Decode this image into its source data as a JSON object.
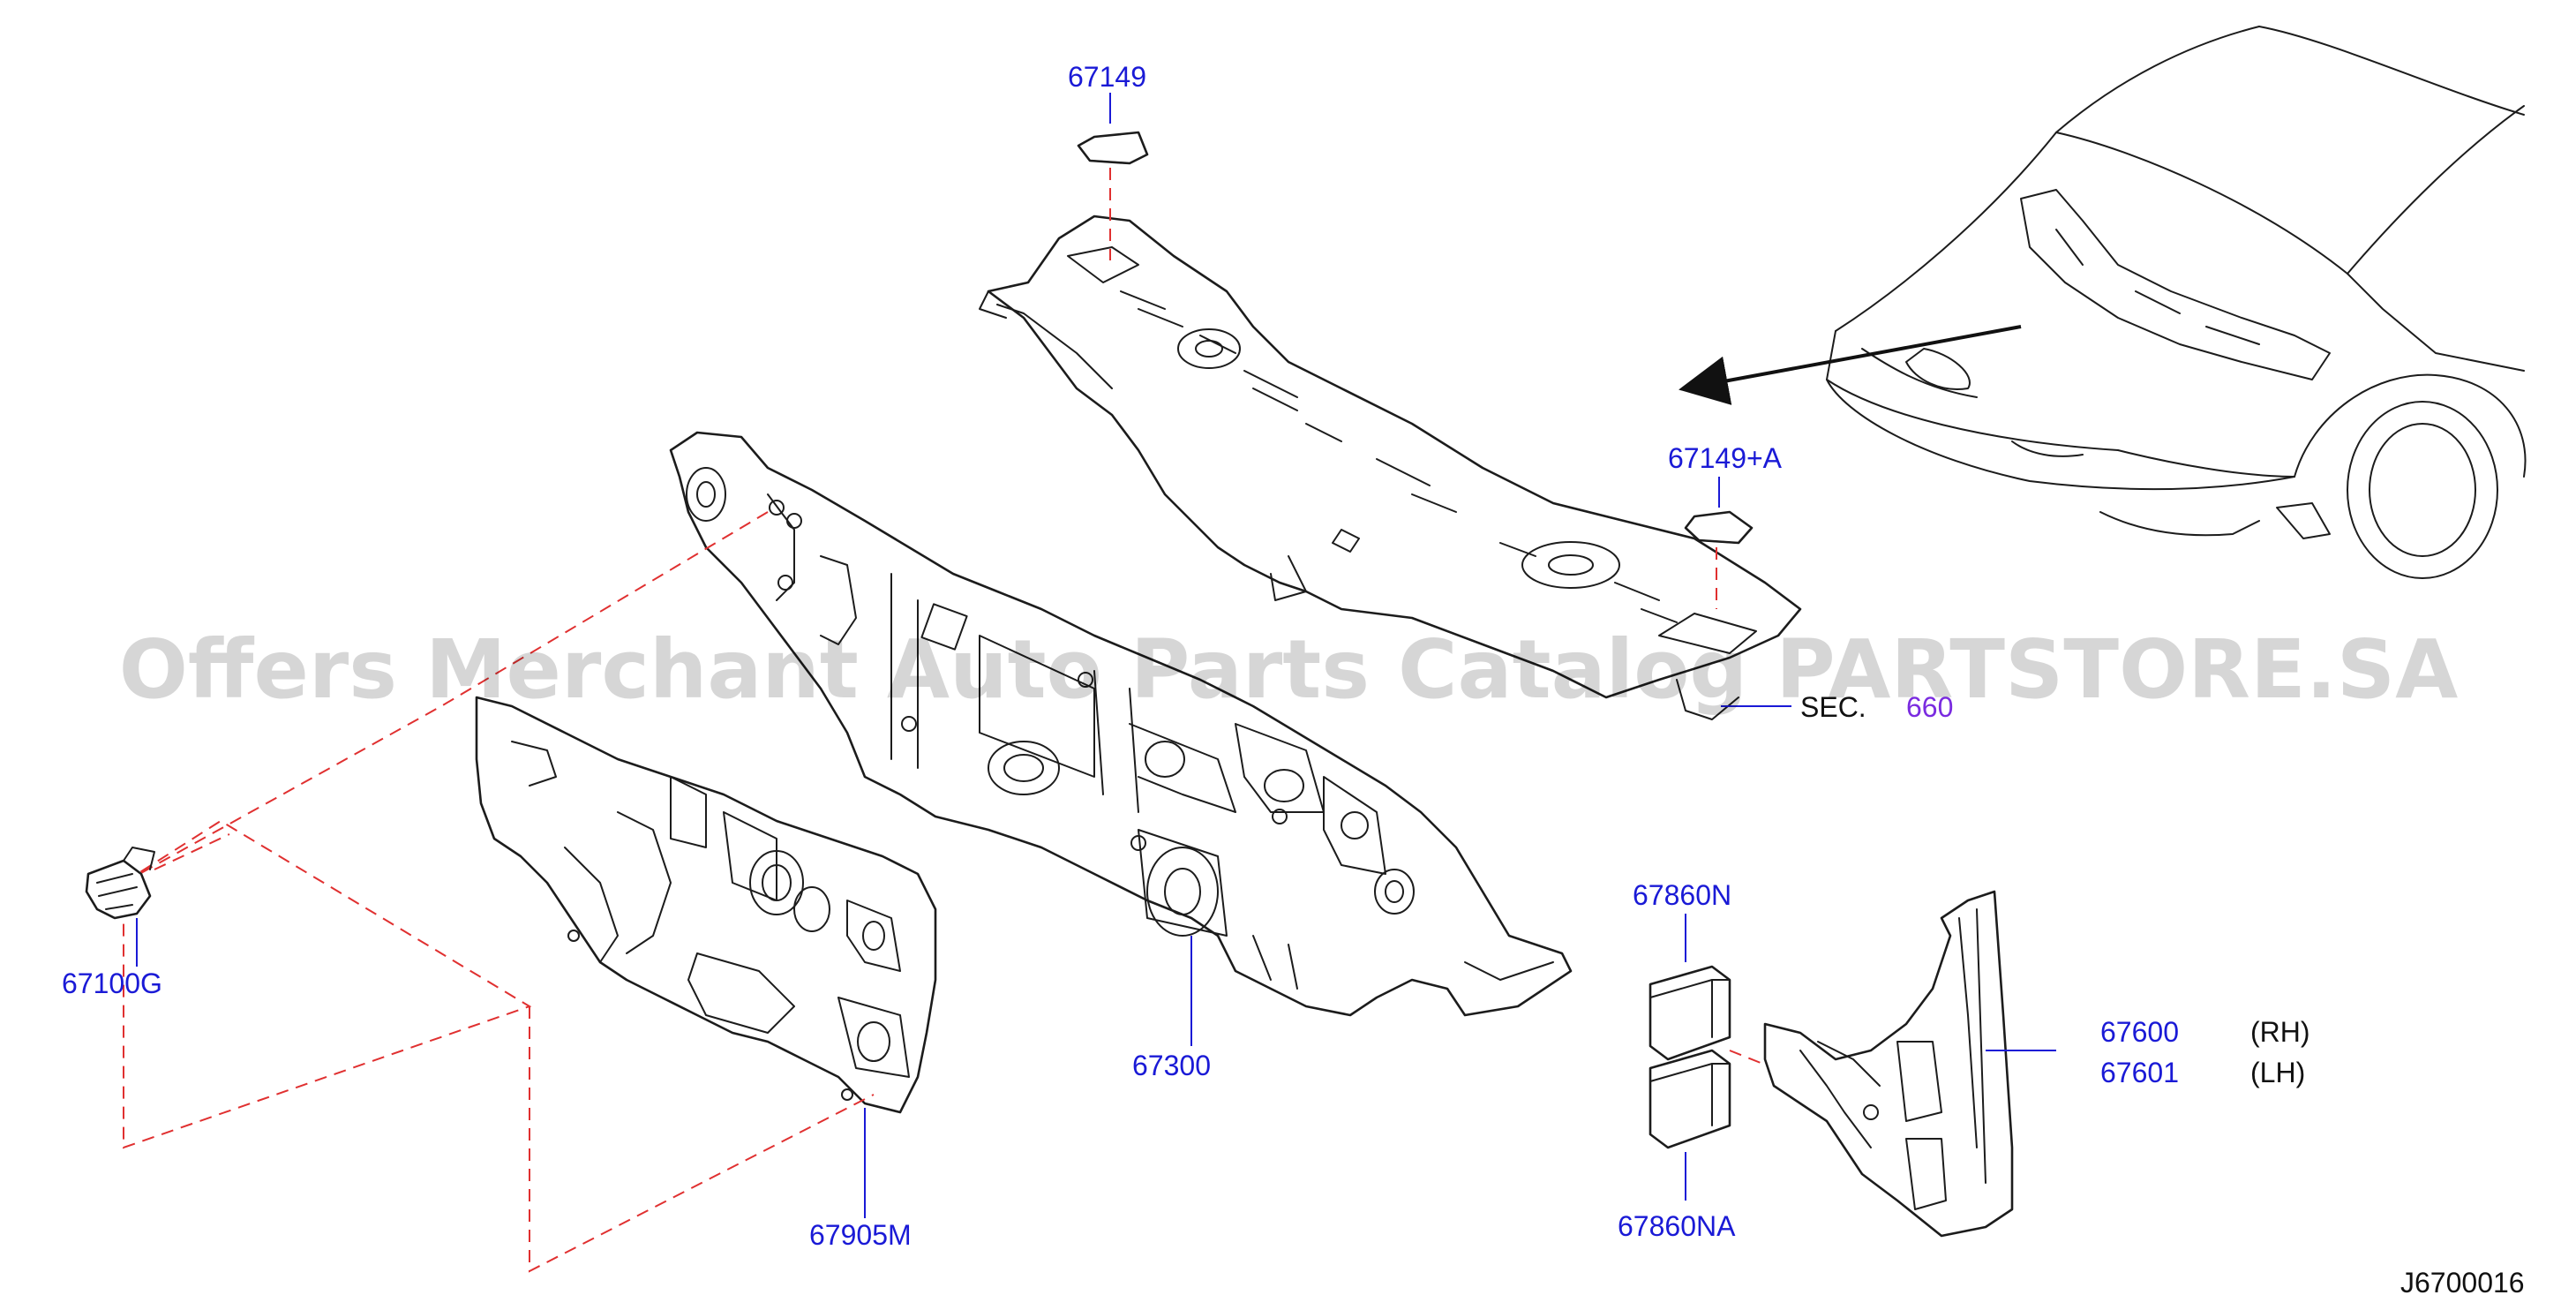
{
  "watermark": "Offers Merchant Auto Parts Catalog PARTSTORE.SA",
  "diagram_code": "J6700016",
  "section_ref": {
    "prefix": "SEC.",
    "number": "660"
  },
  "part_labels": {
    "cowl_seal": "67149",
    "cowl_seal_a": "67149+A",
    "clip": "67100G",
    "dash_insulator": "67905M",
    "dash_panel": "67300",
    "pad_n": "67860N",
    "pad_na": "67860NA",
    "side_rh": "67600",
    "side_lh": "67601"
  },
  "side_labels": {
    "rh": "(RH)",
    "lh": "(LH)"
  },
  "icons": {
    "direction": "arrow-icon",
    "clip": "clip-icon"
  },
  "colors": {
    "part_number": "#1a1ad6",
    "leader_dash": "#e03030",
    "section_number": "#7a2be0",
    "outline": "#1c1c1c"
  }
}
